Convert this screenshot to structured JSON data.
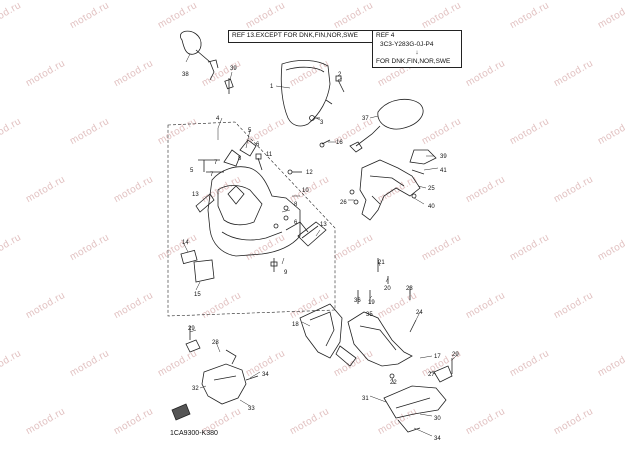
{
  "watermark": "motod.ru",
  "ref_box_1": {
    "line1": "REF 13.EXCEPT FOR DNK,FIN,NOR,SWE"
  },
  "ref_box_2": {
    "line1": "REF 4",
    "line2": "3C3-Y283G-0J-P4",
    "arrow": "↓",
    "line3": "FOR DNK,FIN,NOR,SWE"
  },
  "diagram_code": "1CA9300-K380",
  "callouts": [
    "38",
    "39",
    "1",
    "2",
    "3",
    "16",
    "37",
    "39",
    "41",
    "25",
    "26",
    "40",
    "4",
    "5",
    "6",
    "7",
    "8",
    "5",
    "7",
    "11",
    "12",
    "13",
    "10",
    "8",
    "6",
    "9",
    "13",
    "14",
    "15",
    "21",
    "20",
    "19",
    "36",
    "35",
    "23",
    "18",
    "24",
    "29",
    "28",
    "32",
    "34",
    "33",
    "17",
    "29",
    "22",
    "27",
    "31",
    "30",
    "34"
  ]
}
